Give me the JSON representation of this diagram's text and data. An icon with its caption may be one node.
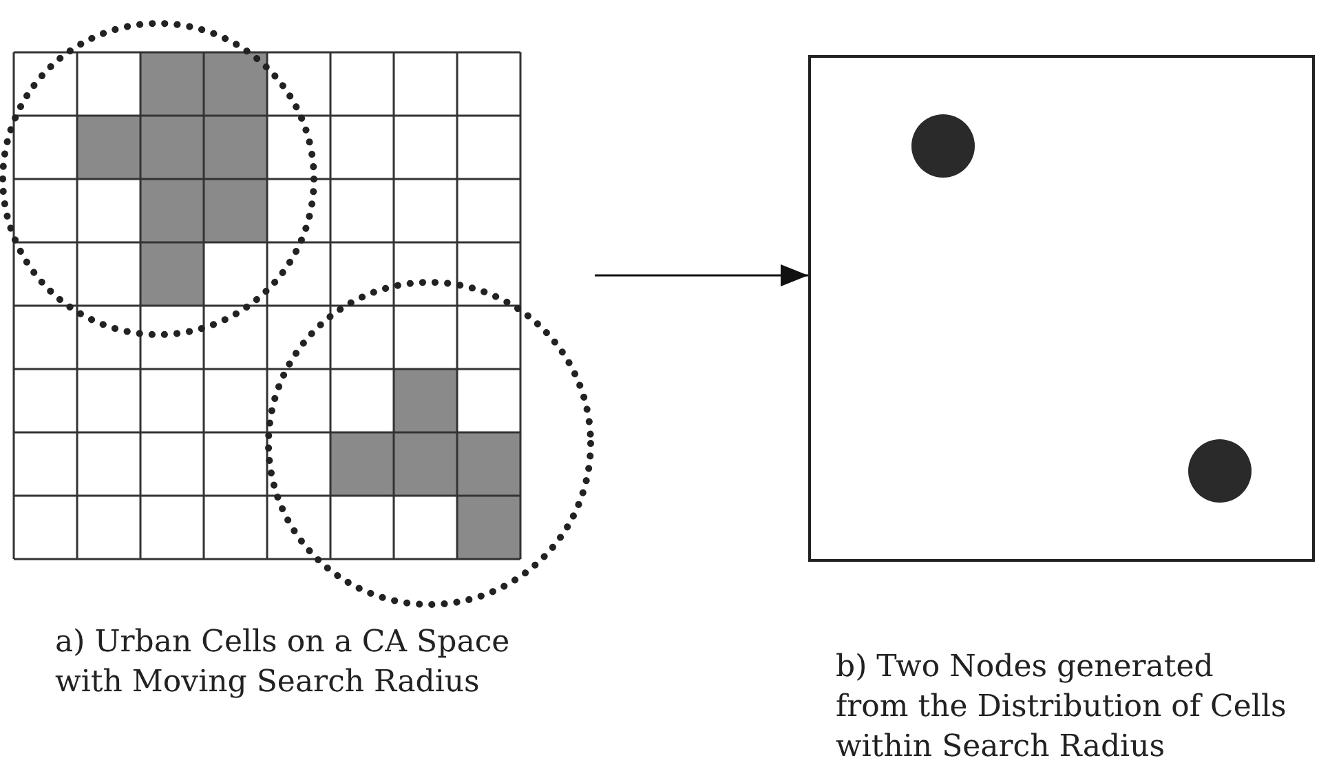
{
  "diagram": {
    "nodes": [
      {
        "text": [],
        "shape": "grid",
        "beside": [
          "a) Urban Cells on a CA Space with Moving Search Radius"
        ]
      },
      {
        "text": [],
        "shape": "box",
        "beside": [
          "b) Two Nodes generated from the Distribution of Cells within Search Radius"
        ]
      }
    ],
    "edges": [
      {
        "from": 0,
        "to": 1,
        "arrow": "to"
      }
    ]
  }
}
